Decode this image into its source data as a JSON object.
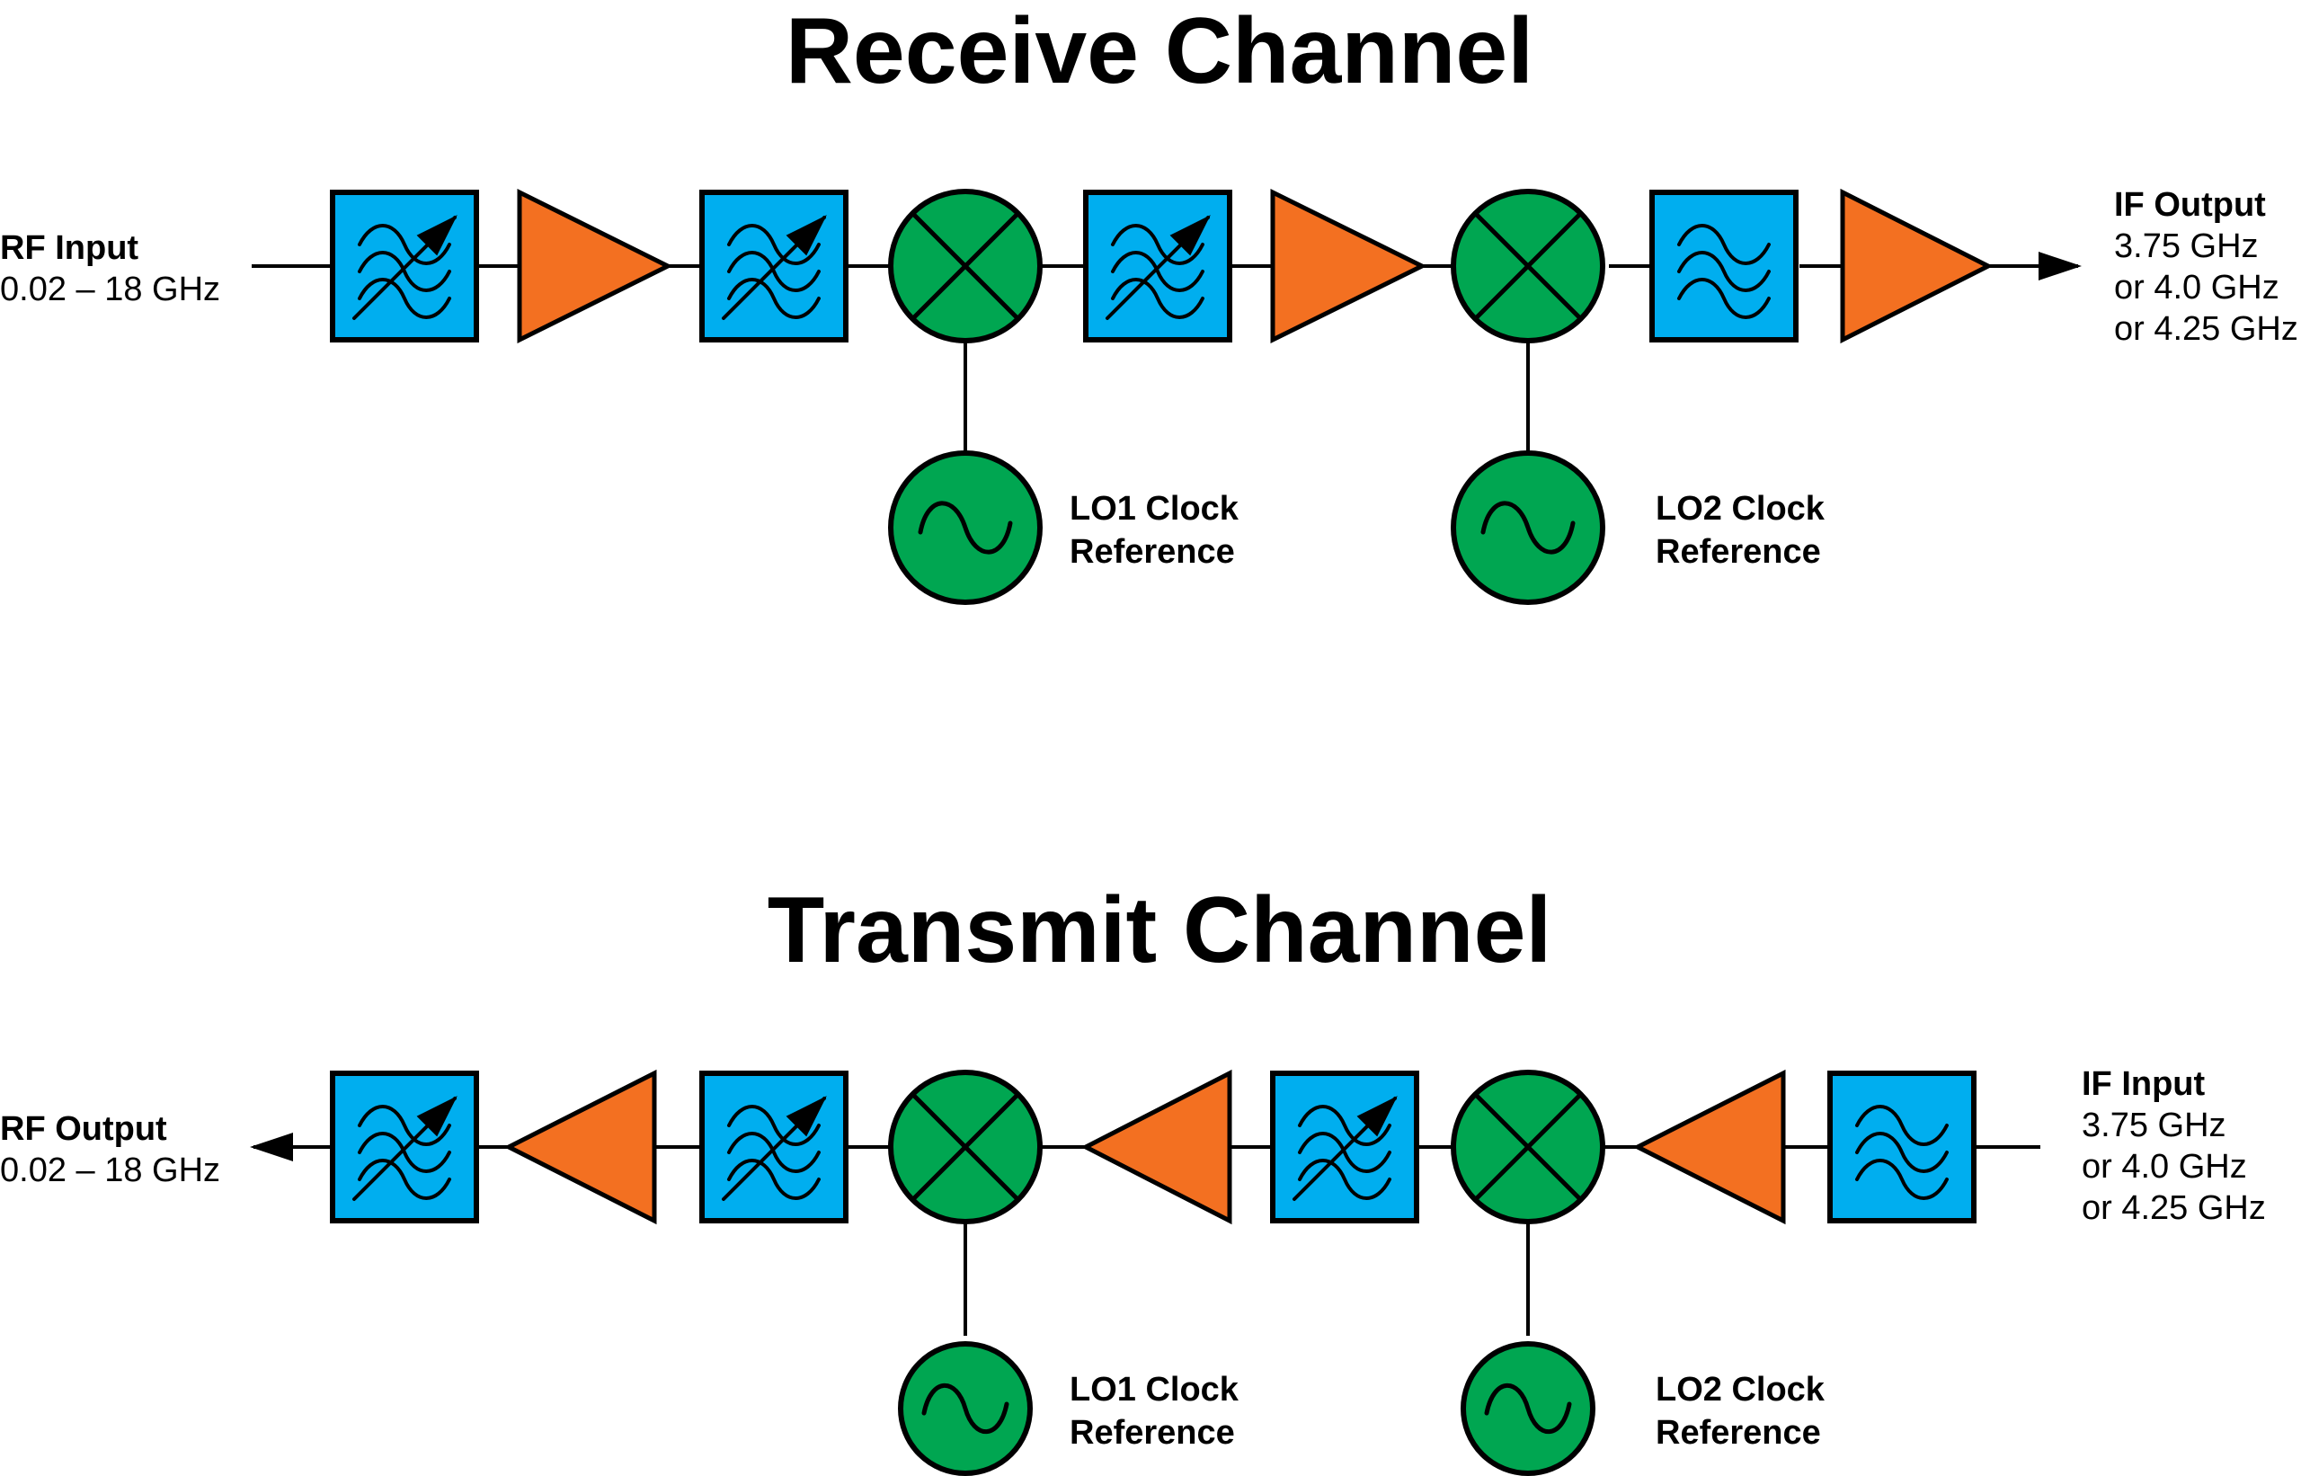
{
  "colors": {
    "filter": "#00AEEF",
    "amplifier": "#F37021",
    "mixer": "#00A651",
    "oscillator": "#00A651",
    "line": "#000000"
  },
  "receive": {
    "title": "Receive Channel",
    "input": {
      "title": "RF Input",
      "lines": [
        "0.02 – 18 GHz"
      ]
    },
    "output": {
      "title": "IF Output",
      "lines": [
        "3.75 GHz",
        "or 4.0 GHz",
        "or 4.25 GHz"
      ]
    },
    "chain": [
      {
        "kind": "filter",
        "icon": "tunable-filter-icon"
      },
      {
        "kind": "amplifier",
        "icon": "amplifier-icon"
      },
      {
        "kind": "filter",
        "icon": "tunable-filter-icon"
      },
      {
        "kind": "mixer",
        "icon": "mixer-icon"
      },
      {
        "kind": "filter",
        "icon": "tunable-filter-icon"
      },
      {
        "kind": "amplifier",
        "icon": "amplifier-icon"
      },
      {
        "kind": "mixer",
        "icon": "mixer-icon"
      },
      {
        "kind": "filter",
        "icon": "filter-icon"
      },
      {
        "kind": "amplifier",
        "icon": "amplifier-icon"
      }
    ],
    "lo1": {
      "line1": "LO1 Clock",
      "line2": "Reference"
    },
    "lo2": {
      "line1": "LO2 Clock",
      "line2": "Reference"
    }
  },
  "transmit": {
    "title": "Transmit Channel",
    "output": {
      "title": "RF Output",
      "lines": [
        "0.02 – 18 GHz"
      ]
    },
    "input": {
      "title": "IF Input",
      "lines": [
        "3.75 GHz",
        "or 4.0 GHz",
        "or 4.25 GHz"
      ]
    },
    "chain": [
      {
        "kind": "filter",
        "icon": "tunable-filter-icon"
      },
      {
        "kind": "amplifier",
        "icon": "amplifier-icon"
      },
      {
        "kind": "filter",
        "icon": "tunable-filter-icon"
      },
      {
        "kind": "mixer",
        "icon": "mixer-icon"
      },
      {
        "kind": "amplifier",
        "icon": "amplifier-icon"
      },
      {
        "kind": "filter",
        "icon": "tunable-filter-icon"
      },
      {
        "kind": "mixer",
        "icon": "mixer-icon"
      },
      {
        "kind": "amplifier",
        "icon": "amplifier-icon"
      },
      {
        "kind": "filter",
        "icon": "filter-icon"
      }
    ],
    "lo1": {
      "line1": "LO1 Clock",
      "line2": "Reference"
    },
    "lo2": {
      "line1": "LO2 Clock",
      "line2": "Reference"
    }
  }
}
